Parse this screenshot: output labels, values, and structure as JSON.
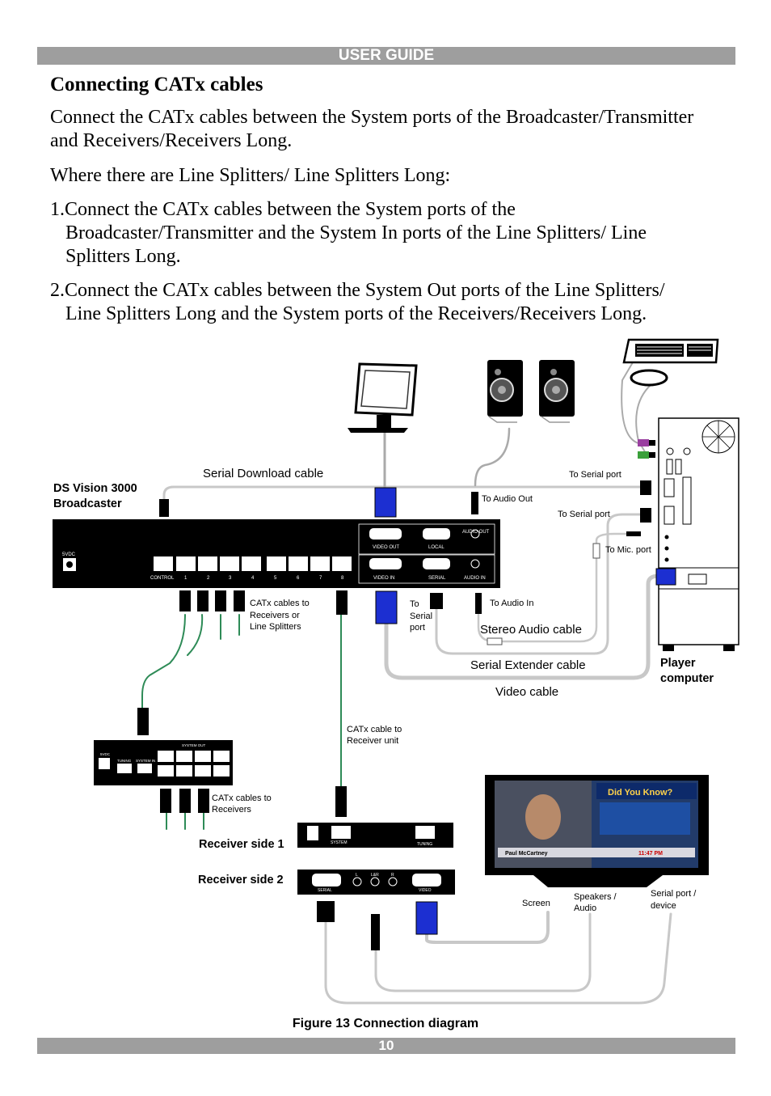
{
  "header": {
    "title": "USER GUIDE"
  },
  "heading": "Connecting CATx cables",
  "para1_line1": "Connect the CATx cables between the System ports of the Broadcaster/Transmitter",
  "para1_line2": "and Receivers/Receivers Long.",
  "para2": "Where there are Line Splitters/ Line Splitters Long:",
  "item1_line1": "1.Connect the CATx cables between the System ports of the",
  "item1_line2": "Broadcaster/Transmitter and the System In ports of the Line Splitters/ Line",
  "item1_line3": "Splitters Long.",
  "item2_line1": "2.Connect the CATx cables between the System Out ports of the Line Splitters/",
  "item2_line2": "Line Splitters Long and the System ports of the Receivers/Receivers Long.",
  "diagram": {
    "broadcaster_line1": "DS Vision 3000",
    "broadcaster_line2": "Broadcaster",
    "serial_download": "Serial Download cable",
    "to_serial_port_1": "To Serial port",
    "to_serial_port_2": "To Serial port",
    "to_audio_out": "To Audio Out",
    "to_mic_port": "To Mic. port",
    "catx_receivers_1": "CATx cables to",
    "catx_receivers_2": "Receivers or",
    "catx_receivers_3": "Line Splitters",
    "to_serial_1": "To",
    "to_serial_2": "Serial",
    "to_serial_3": "port",
    "to_audio_in": "To Audio In",
    "stereo_audio": "Stereo Audio cable",
    "serial_extender": "Serial Extender cable",
    "video_cable": "Video cable",
    "player_1": "Player",
    "player_2": "computer",
    "catx_receiver_unit_1": "CATx cable to",
    "catx_receiver_unit_2": "Receiver unit",
    "catx_to_receivers_1": "CATx cables to",
    "catx_to_receivers_2": "Receivers",
    "receiver_side_1": "Receiver side 1",
    "receiver_side_2": "Receiver side 2",
    "screen": "Screen",
    "speakers_1": "Speakers /",
    "speakers_2": "Audio",
    "serial_device_1": "Serial port /",
    "serial_device_2": "device",
    "panel": {
      "p5vdc": "5VDC",
      "control": "CONTROL",
      "n1": "1",
      "n2": "2",
      "n3": "3",
      "n4": "4",
      "n5": "5",
      "n6": "6",
      "n7": "7",
      "n8": "8",
      "video_out": "VIDEO OUT",
      "local": "LOCAL",
      "audio_out": "AUDIO OUT",
      "video_in": "VIDEO IN",
      "serial": "SERIAL",
      "audio_in": "AUDIO IN",
      "system_out": "SYSTEM OUT",
      "tuning": "TUNING",
      "system_in": "SYSTEM IN",
      "system": "SYSTEM",
      "video": "VIDEO",
      "l": "L",
      "lr": "L&R",
      "r": "R"
    },
    "tv": {
      "banner": "Did You Know?",
      "name": "Paul McCartney",
      "time": "11:47 PM"
    }
  },
  "caption": "Figure 13 Connection diagram",
  "footer": {
    "page": "10"
  },
  "colors": {
    "bar": "#9e9e9e",
    "cable_grey": "#c8c8c8",
    "cable_green": "#2e8b57",
    "vga_blue": "#1c2fd1",
    "device": "#000000"
  }
}
